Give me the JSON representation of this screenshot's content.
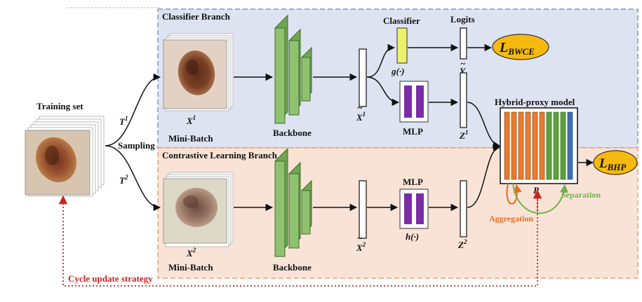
{
  "branches": {
    "classifier": {
      "title": "Classifier Branch"
    },
    "contrastive": {
      "title": "Contrastive Learning Branch"
    }
  },
  "training_set": {
    "label": "Training set"
  },
  "sampling": {
    "label": "Sampling",
    "t1_base": "T",
    "t1_sup": "1",
    "t2_base": "T",
    "t2_sup": "2"
  },
  "minibatch": {
    "top": {
      "x_base": "X",
      "x_sup": "1",
      "label": "Mini-Batch"
    },
    "bottom": {
      "x_base": "X",
      "x_sup": "2",
      "label": "Mini-Batch"
    }
  },
  "backbone": {
    "top": "Backbone",
    "bottom": "Backbone"
  },
  "features": {
    "top": {
      "base": "X",
      "sup": "1",
      "accent": "~"
    },
    "bottom": {
      "base": "X",
      "sup": "2",
      "accent": "~"
    }
  },
  "classifier": {
    "label": "Classifier",
    "fn": "g(·)"
  },
  "logits": {
    "label": "Logits",
    "symbol": "Y",
    "accent": "~"
  },
  "mlp": {
    "top": "MLP",
    "bottom": "MLP",
    "fn": "h(·)"
  },
  "embeddings": {
    "top": {
      "base": "Z",
      "sup": "1"
    },
    "bottom": {
      "base": "Z",
      "sup": "2"
    }
  },
  "hybrid_proxy": {
    "label": "Hybrid-proxy model",
    "symbol": "P",
    "aggregation": "Aggregation",
    "separation": "Separation"
  },
  "losses": {
    "bwce": {
      "base": "L",
      "sub": "BWCE"
    },
    "bhp": {
      "base": "L",
      "sub": "BHP"
    }
  },
  "cycle": {
    "label": "Cycle update strategy"
  },
  "colors": {
    "classifier_bg": "#dde3f1",
    "classifier_border": "#7f95d0",
    "contrastive_bg": "#f9e3d6",
    "contrastive_border": "#f0a06a",
    "backbone_green": "#8fc26f",
    "classifier_yellow": "#eef06a",
    "mlp_purple": "#7b2da8",
    "proxy_orange": "#ea7a2e",
    "proxy_green": "#5aa33a",
    "proxy_blue": "#3f6fb5",
    "loss_gold": "#f6b90f",
    "aggregation": "#ea6b1e",
    "separation": "#72b14d",
    "cycle_red": "#cc2222"
  }
}
